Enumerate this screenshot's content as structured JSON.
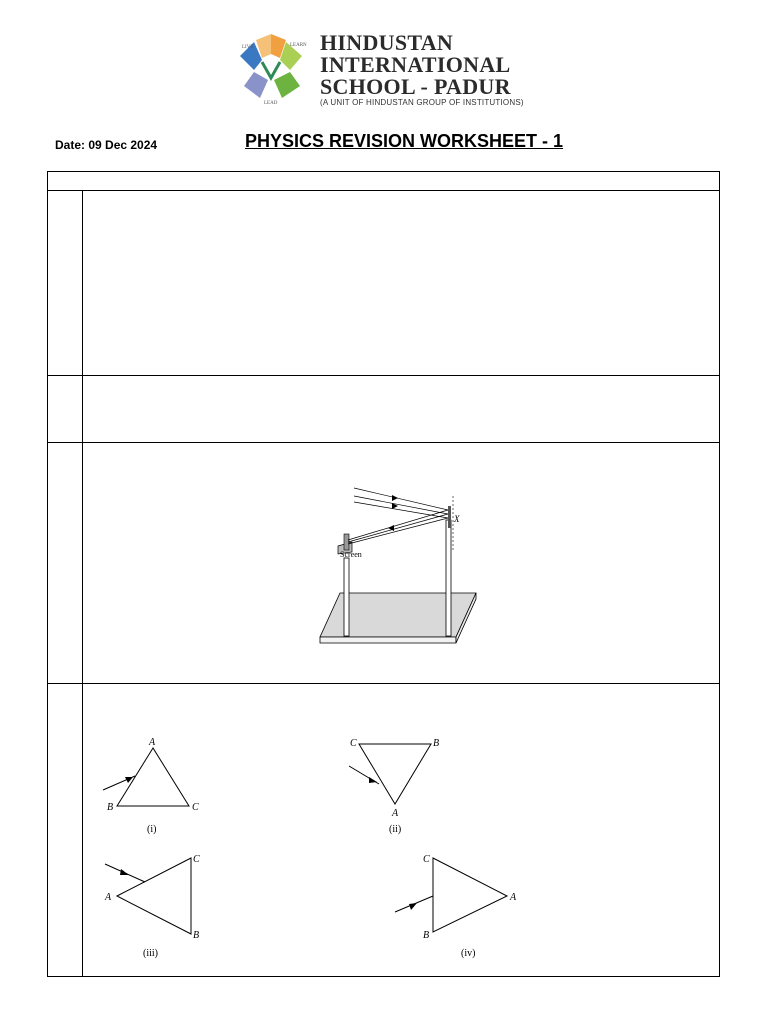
{
  "header": {
    "school_line1": "HINDUSTAN",
    "school_line2": "INTERNATIONAL",
    "school_line3": "SCHOOL - PADUR",
    "unit_text": "(A UNIT OF HINDUSTAN GROUP OF INSTITUTIONS)",
    "logo_words": [
      "LIVE",
      "LEARN",
      "LEAD"
    ]
  },
  "date": "Date: 09 Dec 2024",
  "title": "PHYSICS REVISION WORKSHEET - 1",
  "figure_apparatus": {
    "screen_label": "Screen",
    "mirror_label": "X"
  },
  "figure_prisms": {
    "p1": {
      "top": "A",
      "left": "B",
      "right": "C",
      "caption": "(i)"
    },
    "p2": {
      "left": "C",
      "right": "B",
      "bottom": "A",
      "caption": "(ii)"
    },
    "p3": {
      "left": "A",
      "top": "C",
      "bottom": "B",
      "caption": "(iii)"
    },
    "p4": {
      "top": "C",
      "bottom": "B",
      "right": "A",
      "caption": "(iv)"
    }
  },
  "colors": {
    "logo_orange": "#f0a040",
    "logo_blue": "#3a78c2",
    "logo_green": "#6cb33f",
    "logo_lightgreen": "#a9cf54",
    "logo_purple": "#8a93c9"
  }
}
